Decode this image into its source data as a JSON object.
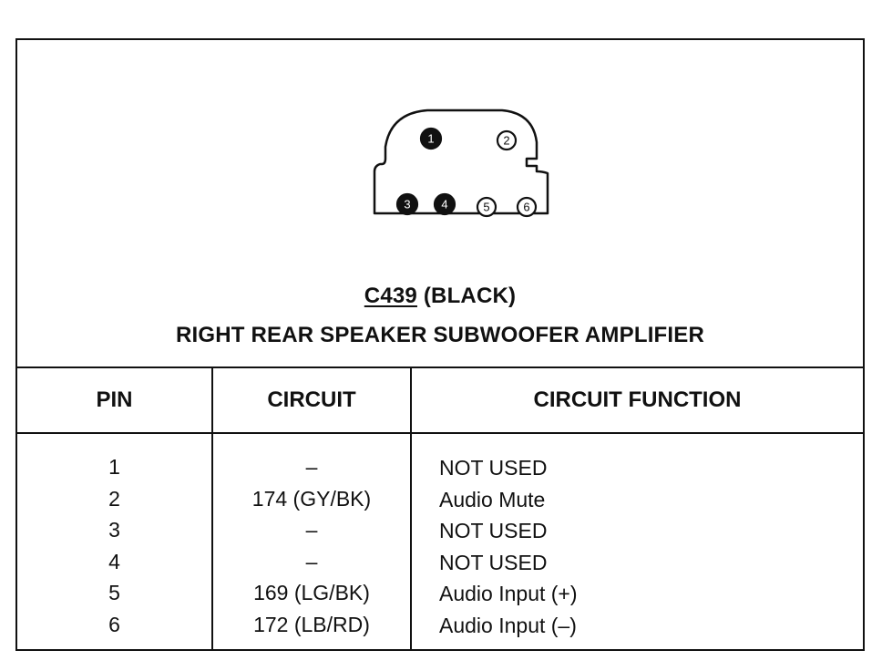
{
  "connector": {
    "id": "C439",
    "color_label": "(BLACK)",
    "name": "RIGHT REAR SPEAKER SUBWOOFER AMPLIFIER",
    "pins": [
      {
        "number": "1",
        "filled": true
      },
      {
        "number": "2",
        "filled": false
      },
      {
        "number": "3",
        "filled": true
      },
      {
        "number": "4",
        "filled": true
      },
      {
        "number": "5",
        "filled": false
      },
      {
        "number": "6",
        "filled": false
      }
    ]
  },
  "table": {
    "headers": [
      "PIN",
      "CIRCUIT",
      "CIRCUIT FUNCTION"
    ],
    "rows": [
      {
        "pin": "1",
        "circuit": "–",
        "function": "NOT USED"
      },
      {
        "pin": "2",
        "circuit": "174 (GY/BK)",
        "function": "Audio Mute"
      },
      {
        "pin": "3",
        "circuit": "–",
        "function": "NOT USED"
      },
      {
        "pin": "4",
        "circuit": "–",
        "function": "NOT USED"
      },
      {
        "pin": "5",
        "circuit": "169 (LG/BK)",
        "function": "Audio Input (+)"
      },
      {
        "pin": "6",
        "circuit": "172 (LB/RD)",
        "function": "Audio Input (–)"
      }
    ]
  },
  "colors": {
    "ink": "#111111",
    "paper": "#ffffff"
  }
}
